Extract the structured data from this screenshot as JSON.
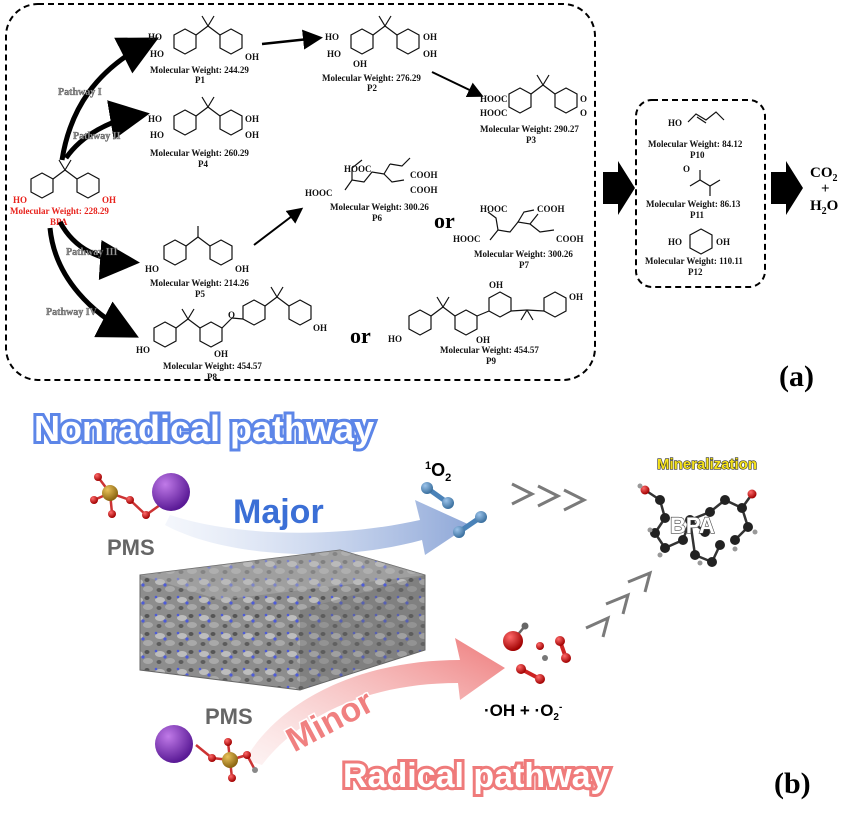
{
  "panel_a": {
    "label": "(a)",
    "pathways": [
      "Pathway I",
      "Pathway II",
      "Pathway III",
      "Pathway IV"
    ],
    "bpa": {
      "mw": "Molecular Weight: 228.29",
      "name": "BPA"
    },
    "products": [
      {
        "id": "P1",
        "mw": "Molecular Weight: 244.29"
      },
      {
        "id": "P2",
        "mw": "Molecular Weight: 276.29"
      },
      {
        "id": "P3",
        "mw": "Molecular Weight: 290.27"
      },
      {
        "id": "P4",
        "mw": "Molecular Weight: 260.29"
      },
      {
        "id": "P5",
        "mw": "Molecular Weight: 214.26"
      },
      {
        "id": "P6",
        "mw": "Molecular Weight: 300.26"
      },
      {
        "id": "P7",
        "mw": "Molecular Weight: 300.26"
      },
      {
        "id": "P8",
        "mw": "Molecular Weight: 454.57"
      },
      {
        "id": "P9",
        "mw": "Molecular Weight: 454.57"
      },
      {
        "id": "P10",
        "mw": "Molecular Weight: 84.12"
      },
      {
        "id": "P11",
        "mw": "Molecular Weight: 86.13"
      },
      {
        "id": "P12",
        "mw": "Molecular Weight: 110.11"
      }
    ],
    "or_text": "or",
    "final": {
      "co2": "CO",
      "co2_sub": "2",
      "plus": "+",
      "h2o_a": "H",
      "h2o_sub": "2",
      "h2o_b": "O"
    },
    "atoms": {
      "ho": "HO",
      "oh": "OH",
      "hooc": "HOOC",
      "cooh": "COOH",
      "o": "O"
    }
  },
  "panel_b": {
    "label": "(b)",
    "nonradical": "Nonradical pathway",
    "radical": "Radical pathway",
    "major": "Major",
    "minor": "Minor",
    "pms": "PMS",
    "singlet_sup": "1",
    "singlet_o": "O",
    "singlet_sub": "2",
    "radicals_a": "·OH + ·O",
    "radicals_sub": "2",
    "radicals_sup": "-",
    "mineralization": "Mineralization",
    "bpa": "BPA"
  },
  "colors": {
    "bpa_red": "#e8221c",
    "nonradical_blue": "#3b6fd6",
    "radical_pink": "#f08a8a",
    "mineralization_yellow": "#f5e21a"
  }
}
